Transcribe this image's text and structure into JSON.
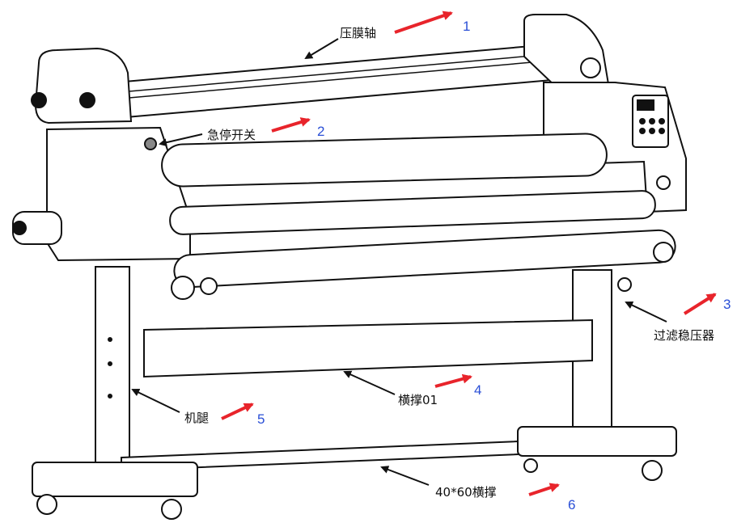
{
  "callouts": [
    {
      "label": "压膜轴",
      "number": "1"
    },
    {
      "label": "急停开关",
      "number": "2"
    },
    {
      "label": "过滤稳压器",
      "number": "3"
    },
    {
      "label": "横撑01",
      "number": "4"
    },
    {
      "label": "机腿",
      "number": "5"
    },
    {
      "label": "40*60横撑",
      "number": "6"
    }
  ],
  "colors": {
    "line": "#111111",
    "arrow_red": "#e8242b",
    "number_blue": "#2a4fd6"
  }
}
